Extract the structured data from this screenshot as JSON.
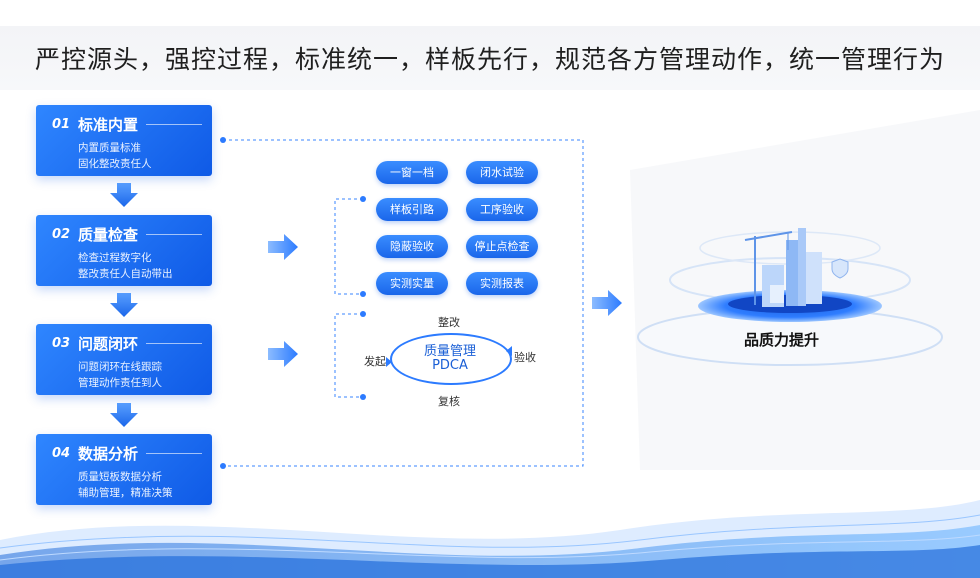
{
  "title": "严控源头，强控过程，标准统一，样板先行，规范各方管理动作，统一管理行为",
  "steps": [
    {
      "num": "01",
      "name": "标准内置",
      "d1": "内置质量标准",
      "d2": "固化整改责任人"
    },
    {
      "num": "02",
      "name": "质量检查",
      "d1": "检查过程数字化",
      "d2": "整改责任人自动带出"
    },
    {
      "num": "03",
      "name": "问题闭环",
      "d1": "问题闭环在线跟踪",
      "d2": "管理动作责任到人"
    },
    {
      "num": "04",
      "name": "数据分析",
      "d1": "质量短板数据分析",
      "d2": "辅助管理，精准决策"
    }
  ],
  "pills": [
    "一窗一档",
    "闭水试验",
    "样板引路",
    "工序验收",
    "隐蔽验收",
    "停止点检查",
    "实测实量",
    "实测报表"
  ],
  "pdca": {
    "center_line1": "质量管理",
    "center_line2": "PDCA",
    "top": "整改",
    "right": "验收",
    "bottom": "复核",
    "left": "发起"
  },
  "result": "品质力提升",
  "colors": {
    "primary": "#1a66ea",
    "accent": "#2f86ff",
    "title": "#1f1f1f"
  }
}
